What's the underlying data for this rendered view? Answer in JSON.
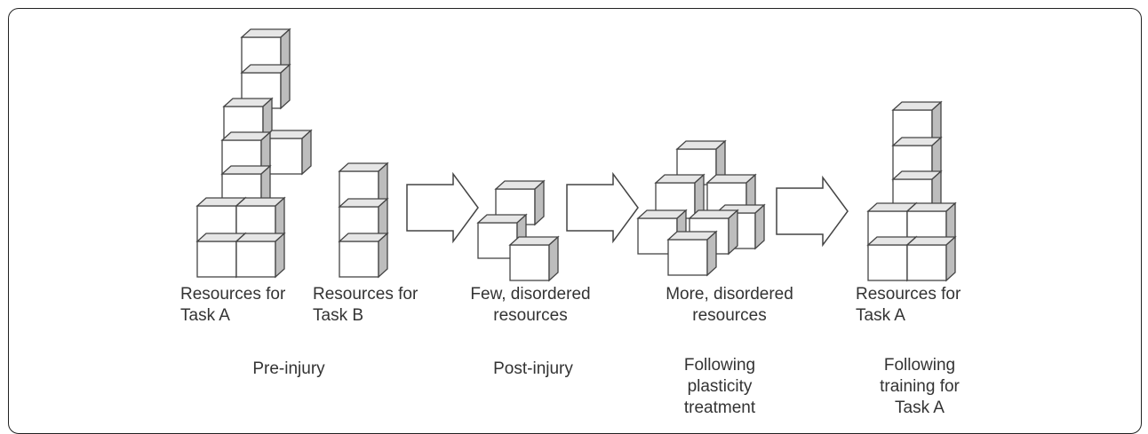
{
  "groups": [
    {
      "label": "Resources for\nTask A"
    },
    {
      "label": "Resources for\nTask B"
    },
    {
      "label": "Few, disordered\nresources"
    },
    {
      "label": "More, disordered\nresources"
    },
    {
      "label": "Resources for\nTask A"
    }
  ],
  "stages": [
    {
      "label": "Pre-injury"
    },
    {
      "label": "Post-injury"
    },
    {
      "label": "Following\nplasticity\ntreatment"
    },
    {
      "label": "Following\ntraining for\nTask A"
    }
  ]
}
